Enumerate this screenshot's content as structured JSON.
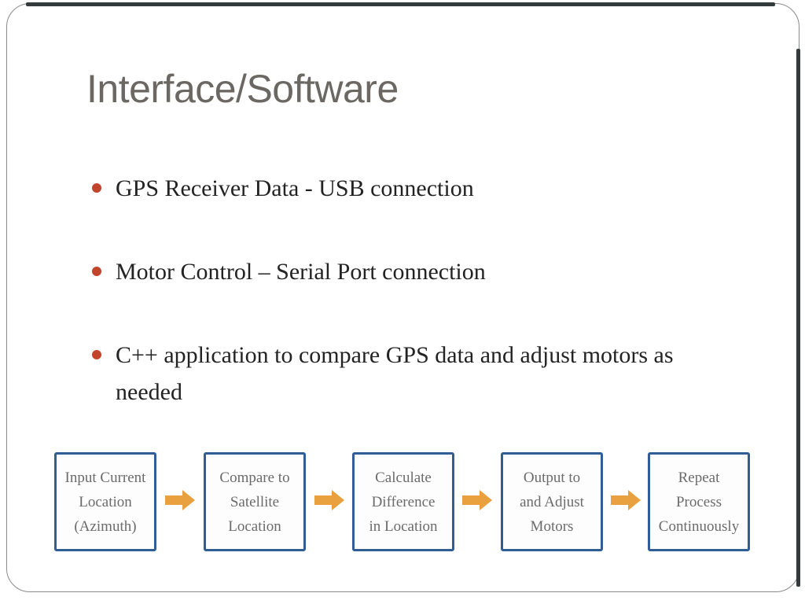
{
  "slide": {
    "title": "Interface/Software",
    "bullets": [
      "GPS Receiver Data - USB connection",
      "Motor Control – Serial Port connection",
      "C++ application to compare GPS data and adjust motors as needed"
    ],
    "flow_steps": [
      {
        "lines": [
          "Input Current",
          "Location",
          "(Azimuth)"
        ]
      },
      {
        "lines": [
          "Compare to",
          "Satellite",
          "Location"
        ]
      },
      {
        "lines": [
          "Calculate",
          "Difference",
          "in Location"
        ]
      },
      {
        "lines": [
          "Output to",
          "and Adjust",
          "Motors"
        ]
      },
      {
        "lines": [
          "Repeat",
          "Process",
          "Continuously"
        ]
      }
    ]
  },
  "colors": {
    "title_gray": "#6b6863",
    "body_text": "#232323",
    "bullet_dot": "#c0452a",
    "box_border": "#315d96",
    "box_text": "#6b6b6b",
    "arrow_orange": "#e8a13e",
    "accent_bar": "#333b3b",
    "slide_border": "#8a8a8a"
  }
}
